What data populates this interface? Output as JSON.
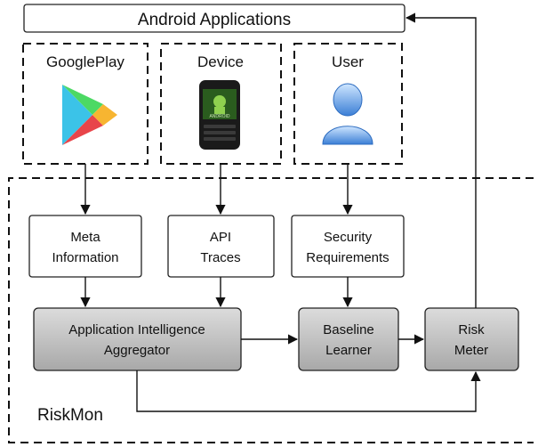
{
  "top_box": {
    "label": "Android Applications"
  },
  "sources": [
    {
      "label": "GooglePlay",
      "icon": "google-play-icon"
    },
    {
      "label": "Device",
      "icon": "android-phone-icon"
    },
    {
      "label": "User",
      "icon": "user-icon"
    }
  ],
  "inputs": [
    {
      "line1": "Meta",
      "line2": "Information"
    },
    {
      "line1": "API",
      "line2": "Traces"
    },
    {
      "line1": "Security",
      "line2": "Requirements"
    }
  ],
  "processors": [
    {
      "line1": "Application Intelligence",
      "line2": "Aggregator"
    },
    {
      "line1": "Baseline",
      "line2": "Learner"
    },
    {
      "line1": "Risk",
      "line2": "Meter"
    }
  ],
  "system_label": "RiskMon",
  "colors": {
    "processor_fill_top": "#dcdcdc",
    "processor_fill_bottom": "#a9a9a9",
    "line": "#111111"
  }
}
